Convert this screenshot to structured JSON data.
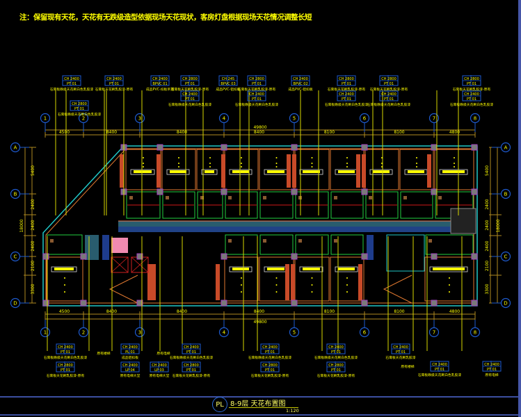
{
  "note": "注：保留现有天花，天花有无跌级造型依据现场天花现状，客房灯盘根据现场天花情况调整长短",
  "drawing": {
    "title": "8-9层  天花布置图",
    "badge": "PL",
    "scale": "1:120"
  },
  "grid": {
    "columns": [
      "1",
      "2",
      "3",
      "4",
      "5",
      "6",
      "7",
      "8"
    ],
    "rows": [
      "A",
      "B",
      "C",
      "D"
    ]
  },
  "dimensions": {
    "top_total": "49800",
    "top_segments": [
      "4500",
      "8400",
      "8400",
      "8400",
      "8100",
      "8100",
      "4800"
    ],
    "bottom_total": "49800",
    "bottom_segments": [
      "4500",
      "8400",
      "8400",
      "8400",
      "8100",
      "8100",
      "4800"
    ],
    "side_total": "18000",
    "side_segments": [
      "5400",
      "2400",
      "2400",
      "2400",
      "2100",
      "3300"
    ]
  },
  "tags_top": [
    {
      "ch": "CH 2400",
      "pt": "PT  01",
      "label": "石膏板跌级天花刷白色乳胶漆"
    },
    {
      "ch": "CH 2400",
      "pt": "PT  01",
      "label": "石膏板天花刷乳胶漆-原有"
    },
    {
      "ch": "CH 2800",
      "pt": "PT  01",
      "label": "石膏板跌级天花刷白色乳胶漆"
    },
    {
      "ch": "CH 2400",
      "pt": "BPVC  01",
      "label": "成品PVC-扣板吊顶"
    },
    {
      "ch": "CH 2800",
      "pt": "PT  01",
      "label": "石膏板天花刷乳胶漆-原有"
    },
    {
      "ch": "CH 2400",
      "pt": "PT  01",
      "label": "石膏板跌级天花刷白色乳胶漆"
    },
    {
      "ch": "CH 245",
      "pt": "BPVC  03",
      "label": "成品PVC-铝扣板"
    },
    {
      "ch": "CH 2800",
      "pt": "PT  01",
      "label": "石膏板天花刷乳胶漆-原有"
    },
    {
      "ch": "CH 2400",
      "pt": "PT  01",
      "label": "石膏板跌级天花刷白色乳胶漆"
    },
    {
      "ch": "CH 2400",
      "pt": "BPVC  02",
      "label": "成品PVC-铝扣板"
    },
    {
      "ch": "CH 2800",
      "pt": "PT  01",
      "label": "石膏板天花刷乳胶漆-原有"
    },
    {
      "ch": "CH 2400",
      "pt": "PT  01",
      "label": "石膏板跌级天花刷白色乳胶漆"
    },
    {
      "ch": "CH 2800",
      "pt": "PT  01",
      "label": "石膏板天花刷乳胶漆-原有"
    },
    {
      "ch": "CH 2400",
      "pt": "PT  01",
      "label": "石膏板跌级天花刷白色乳胶漆"
    },
    {
      "ch": "CH 2800",
      "pt": "PT  01",
      "label": "石膏板天花刷乳胶漆-原有"
    },
    {
      "ch": "CH 2400",
      "pt": "PT  01",
      "label": "石膏板跌级天花刷白色乳胶漆"
    }
  ],
  "tags_bottom": [
    {
      "ch": "CH 2400",
      "pt": "PT  01",
      "label": "石膏板跌级天花刷白色乳胶漆"
    },
    {
      "ch": "CH 2800",
      "pt": "PT  01",
      "label": "石膏板天花刷乳胶漆-原有"
    },
    {
      "ch": "",
      "pt": "",
      "label": "原有楼梯"
    },
    {
      "ch": "CH 2400",
      "pt": "PL  01",
      "label": "成品铝扣板"
    },
    {
      "ch": "CH 2400",
      "pt": "LP  04",
      "label": "原有电梯大堂"
    },
    {
      "ch": "",
      "pt": "",
      "label": "原有电梯"
    },
    {
      "ch": "CH 2400",
      "pt": "LP  03",
      "label": "原有电梯大堂"
    },
    {
      "ch": "CH 2400",
      "pt": "PT  01",
      "label": "石膏板跌级天花刷白色乳胶漆"
    },
    {
      "ch": "CH 2800",
      "pt": "PT  01",
      "label": "石膏板天花刷乳胶漆-原有"
    },
    {
      "ch": "CH 2400",
      "pt": "PT  01",
      "label": "石膏板跌级天花刷白色乳胶漆"
    },
    {
      "ch": "CH 2800",
      "pt": "PT  01",
      "label": "石膏板天花刷乳胶漆-原有"
    },
    {
      "ch": "CH 2400",
      "pt": "PT  01",
      "label": "石膏板跌级天花刷白色乳胶漆"
    },
    {
      "ch": "CH 2800",
      "pt": "PT  01",
      "label": "石膏板天花刷乳胶漆-原有"
    },
    {
      "ch": "",
      "pt": "",
      "label": "原有楼梯"
    },
    {
      "ch": "CH 2400",
      "pt": "PT  01",
      "label": "石膏板天花刷乳胶漆"
    },
    {
      "ch": "CH 2400",
      "pt": "PT  01",
      "label": "石膏板跌级天花刷白色乳胶漆"
    },
    {
      "ch": "CH 2400",
      "pt": "PT  01",
      "label": "原有电梯"
    }
  ],
  "colors": {
    "background": "#000000",
    "annotation": "#ffff00",
    "grid_bubble": "#1e5bd0",
    "wall": "#20c8c8",
    "column": "#7a7a7a",
    "curtain": "#c84a28",
    "corridor": "#4aa8c8",
    "frame": "#3c4fa0"
  }
}
